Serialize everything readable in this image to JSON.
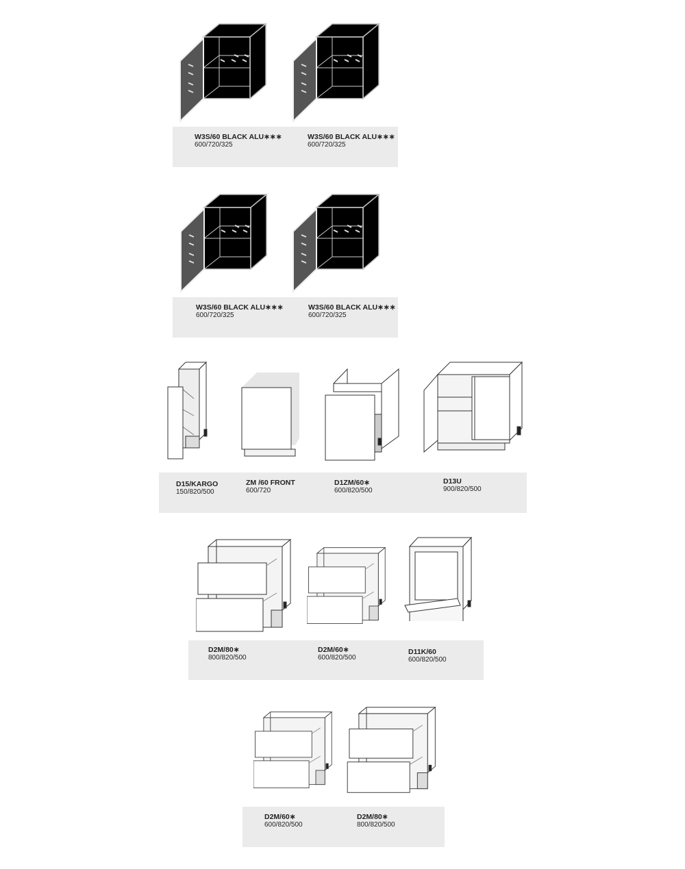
{
  "sections": [
    {
      "items": [
        {
          "name": "W3S/60 BLACK ALU∗∗∗",
          "dims": "600/720/325"
        },
        {
          "name": "W3S/60 BLACK ALU∗∗∗",
          "dims": "600/720/325"
        }
      ]
    },
    {
      "items": [
        {
          "name": "W3S/60 BLACK ALU∗∗∗",
          "dims": "600/720/325"
        },
        {
          "name": "W3S/60 BLACK ALU∗∗∗",
          "dims": "600/720/325"
        }
      ]
    },
    {
      "items": [
        {
          "name": "D15/KARGO",
          "dims": "150/820/500"
        },
        {
          "name": "ZM /60 FRONT",
          "dims": "600/720"
        },
        {
          "name": "D1ZM/60∗",
          "dims": "600/820/500"
        },
        {
          "name": "D13U",
          "dims": "900/820/500"
        }
      ]
    },
    {
      "items": [
        {
          "name": "D2M/80∗",
          "dims": "800/820/500"
        },
        {
          "name": "D2M/60∗",
          "dims": "600/820/500"
        },
        {
          "name": "D11K/60",
          "dims": "600/820/500"
        }
      ]
    },
    {
      "items": [
        {
          "name": "D2M/60∗",
          "dims": "600/820/500"
        },
        {
          "name": "D2M/80∗",
          "dims": "800/820/500"
        }
      ]
    }
  ]
}
